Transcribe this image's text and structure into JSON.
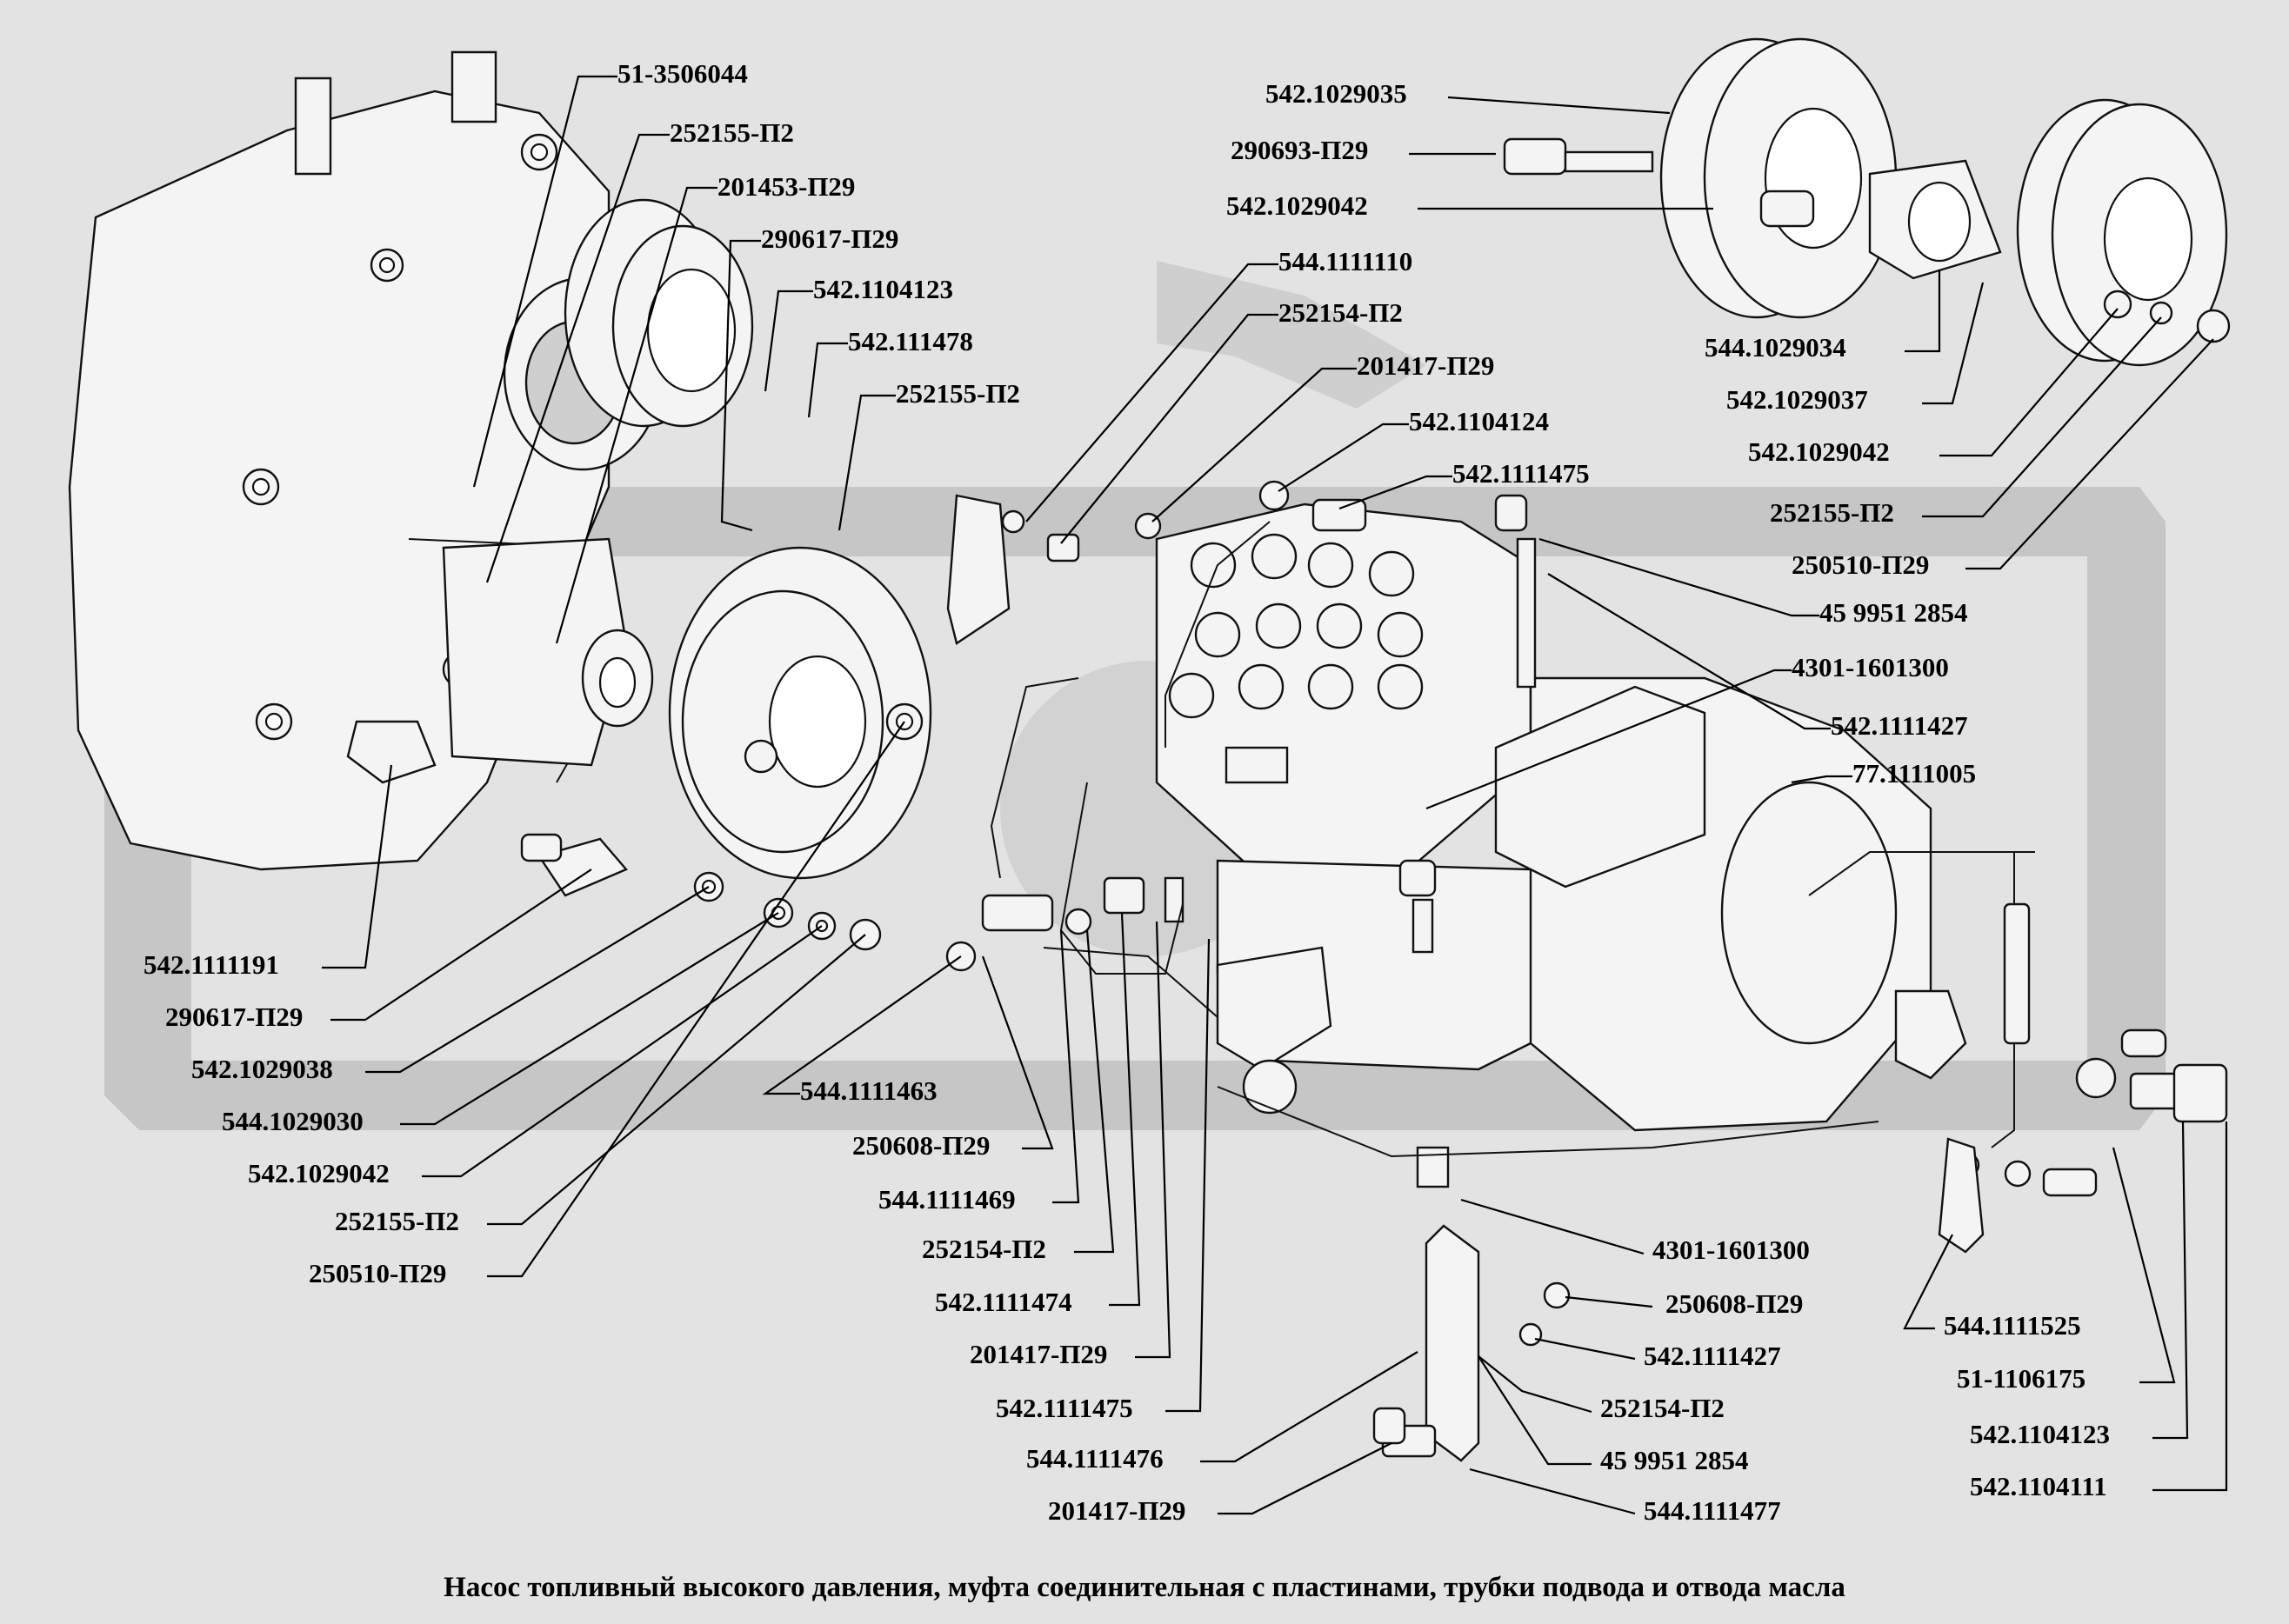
{
  "caption": "Насос топливный высокого давления, муфта соединительная с пластинами, трубки подвода и отвода масла",
  "colors": {
    "background": "#e3e3e3",
    "watermark": "#c6c6c6",
    "ink": "#000000"
  },
  "labels": [
    "51-3506044",
    "252155-П2",
    "201453-П29",
    "290617-П29",
    "542.1104123",
    "542.111478",
    "252155-П2",
    "542.1029035",
    "290693-П29",
    "542.1029042",
    "544.1111110",
    "252154-П2",
    "201417-П29",
    "542.1104124",
    "542.1111475",
    "544.1029034",
    "542.1029037",
    "542.1029042",
    "252155-П2",
    "250510-П29",
    "45 9951 2854",
    "4301-1601300",
    "542.1111427",
    "77.1111005",
    "542.1111191",
    "290617-П29",
    "542.1029038",
    "544.1029030",
    "542.1029042",
    "252155-П2",
    "250510-П29",
    "544.1111463",
    "250608-П29",
    "544.1111469",
    "252154-П2",
    "542.1111474",
    "201417-П29",
    "542.1111475",
    "544.1111476",
    "201417-П29",
    "4301-1601300",
    "250608-П29",
    "542.1111427",
    "252154-П2",
    "45 9951 2854",
    "544.1111477",
    "544.1111525",
    "51-1106175",
    "542.1104123",
    "542.1104111"
  ]
}
